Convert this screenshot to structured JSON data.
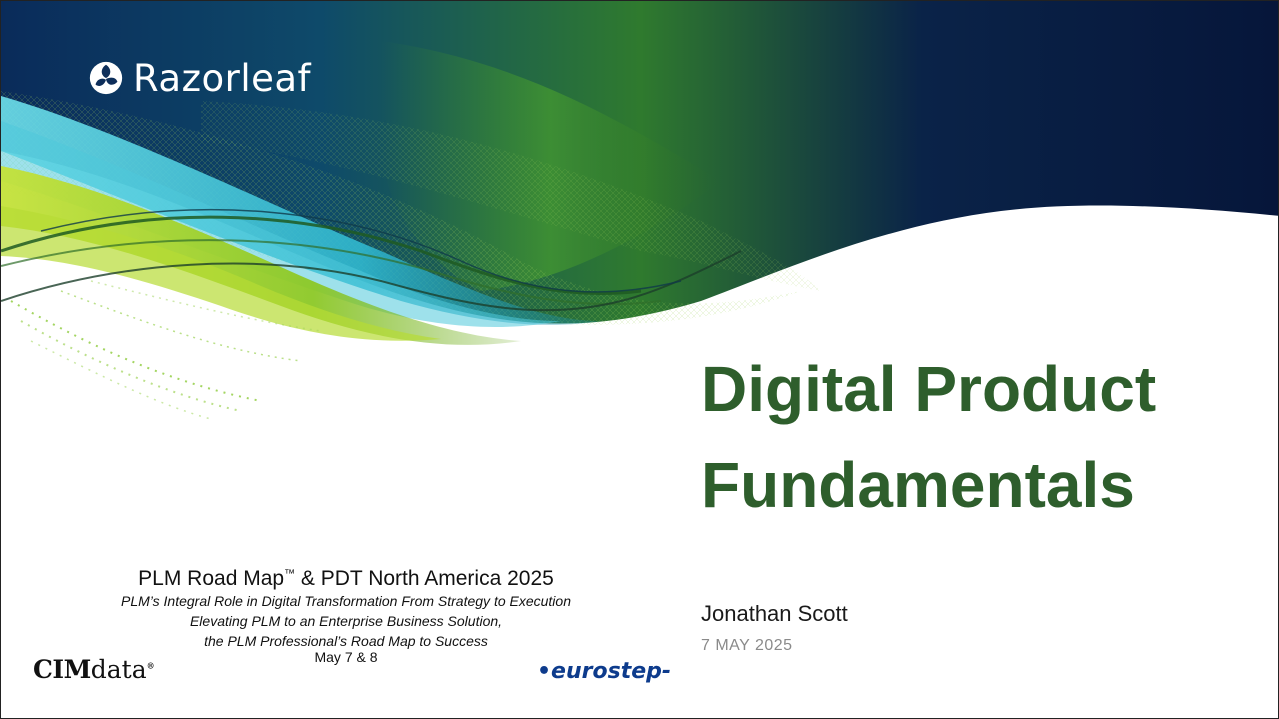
{
  "brand": {
    "name": "Razorleaf",
    "logo_icon": "razorleaf-petal-icon"
  },
  "title": {
    "line1": "Digital Product",
    "line2": "Fundamentals"
  },
  "presenter": {
    "name": "Jonathan Scott",
    "date": "7 MAY 2025"
  },
  "event": {
    "title_part1": "PLM Road Map",
    "trademark": "™",
    "title_part2": " & PDT North America 2025",
    "subtitle_line1": "PLM’s Integral Role in Digital Transformation From Strategy to Execution",
    "subtitle_line2": "Elevating PLM to an Enterprise Business Solution,",
    "subtitle_line3": "the PLM Professional’s Road Map to Success",
    "dates": "May 7 & 8"
  },
  "sponsors": {
    "cimdata_bold": "CIM",
    "cimdata_light": "data",
    "cimdata_reg": "®",
    "eurostep": "•eurostep-"
  },
  "colors": {
    "title_green": "#2e5e2c",
    "navy": "#0b2450",
    "teal": "#3fc3d6",
    "lime": "#a8d42e"
  }
}
